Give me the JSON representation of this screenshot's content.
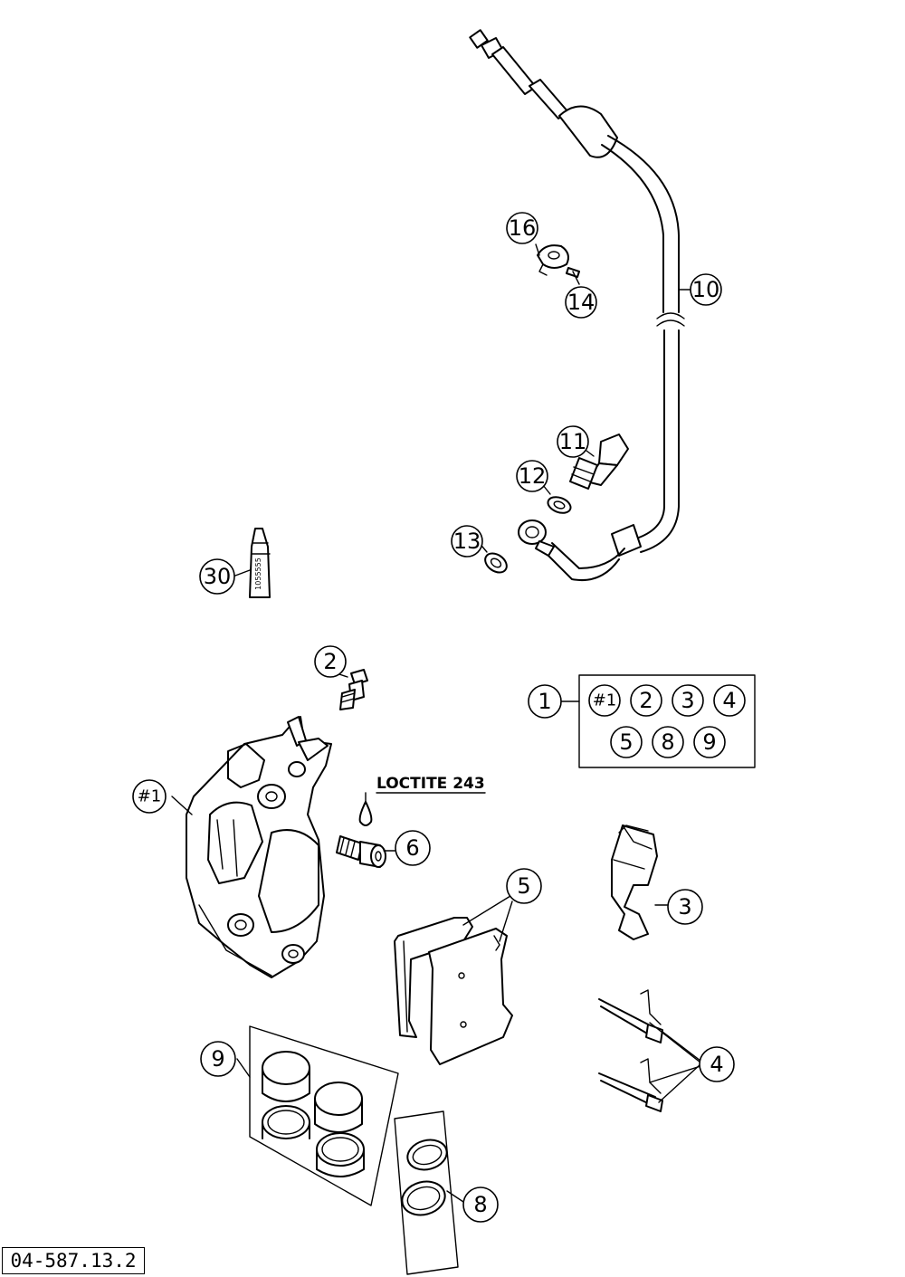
{
  "diagram": {
    "callouts": {
      "c1": "1",
      "c2": "2",
      "c3": "3",
      "c4": "4",
      "c5": "5",
      "c6": "6",
      "c8": "8",
      "c9": "9",
      "c10": "10",
      "c11": "11",
      "c12": "12",
      "c13": "13",
      "c14": "14",
      "c16": "16",
      "c30": "30",
      "caliper": "#1"
    },
    "kit": {
      "k_caliper": "#1",
      "k2": "2",
      "k3": "3",
      "k4": "4",
      "k5": "5",
      "k8": "8",
      "k9": "9"
    },
    "note": "LOCTITE 243",
    "tube_label": "1055555",
    "reference": "04-587.13.2"
  }
}
